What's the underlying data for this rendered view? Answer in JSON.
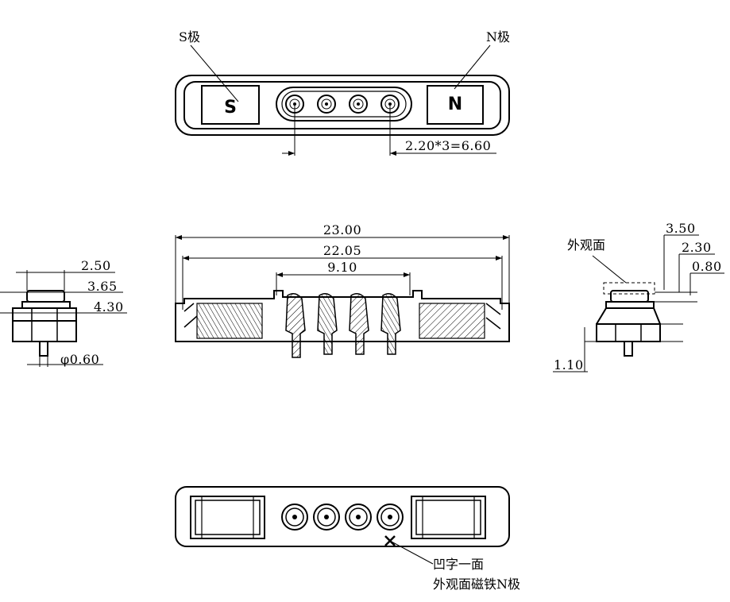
{
  "top_view": {
    "s_pole_label": "S极",
    "n_pole_label": "N极",
    "s_magnet_text": "S",
    "n_magnet_text": "N",
    "pitch_dim": "2.20*3=6.60"
  },
  "front_view": {
    "overall_length": "23.00",
    "inner_length": "22.05",
    "pin_span": "9.10"
  },
  "left_view": {
    "dim_top": "2.50",
    "dim_mid": "3.65",
    "dim_base": "4.30",
    "pin_dia": "φ0.60"
  },
  "right_view": {
    "face_label": "外观面",
    "dim_350": "3.50",
    "dim_230": "2.30",
    "dim_080": "0.80",
    "dim_110": "1.10"
  },
  "bottom_view": {
    "note_line1": "凹字一面",
    "note_line2": "外观面磁铁N极"
  }
}
